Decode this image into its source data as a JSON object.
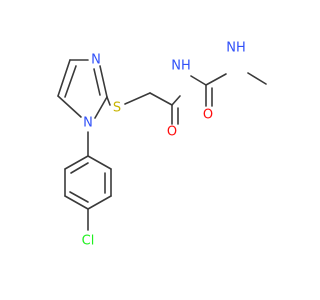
{
  "molecule": {
    "colors": {
      "bond": "#3a3a3a",
      "nitrogen": "#3050f8",
      "sulfur": "#c8b400",
      "oxygen": "#ff0d0d",
      "chlorine": "#1ff01f"
    },
    "atoms": {
      "n_ring_top": "N",
      "n_ring_bottom": "N",
      "s_thioether": "S",
      "nh_amide": "NH",
      "o_amide": "O",
      "nh_methyl": "NH",
      "o_urea": "O",
      "cl_aryl": "Cl"
    }
  }
}
